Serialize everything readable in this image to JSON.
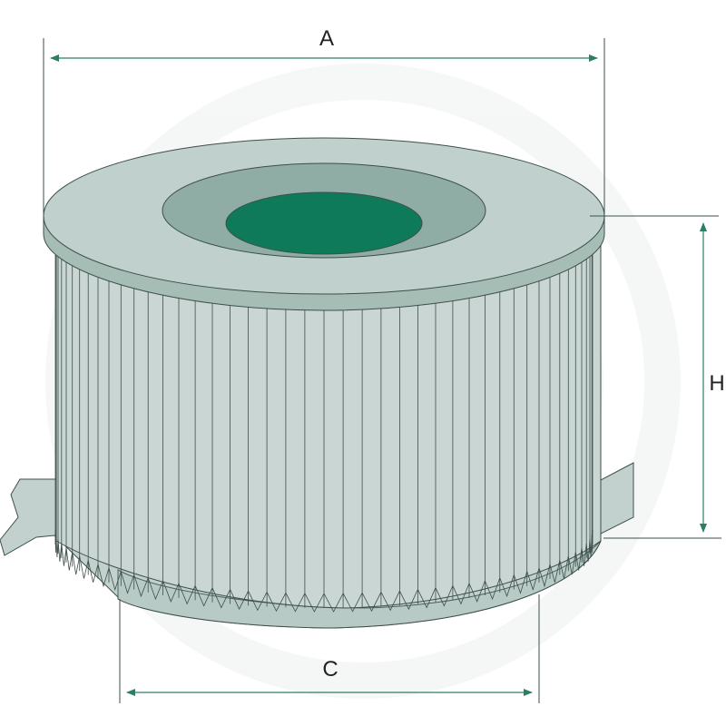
{
  "labels": {
    "a": "A",
    "h": "H",
    "c": "C"
  },
  "colors": {
    "body_fill": "#c9d6d3",
    "body_stroke": "#3d4f4a",
    "top_cap": "#bfcfcb",
    "rim_band": "#a6bdb6",
    "inner_ring": "#8fada5",
    "center_hole": "#0e7a59",
    "dimension_line": "#2e7d68",
    "watermark": "#f1f4f3"
  }
}
